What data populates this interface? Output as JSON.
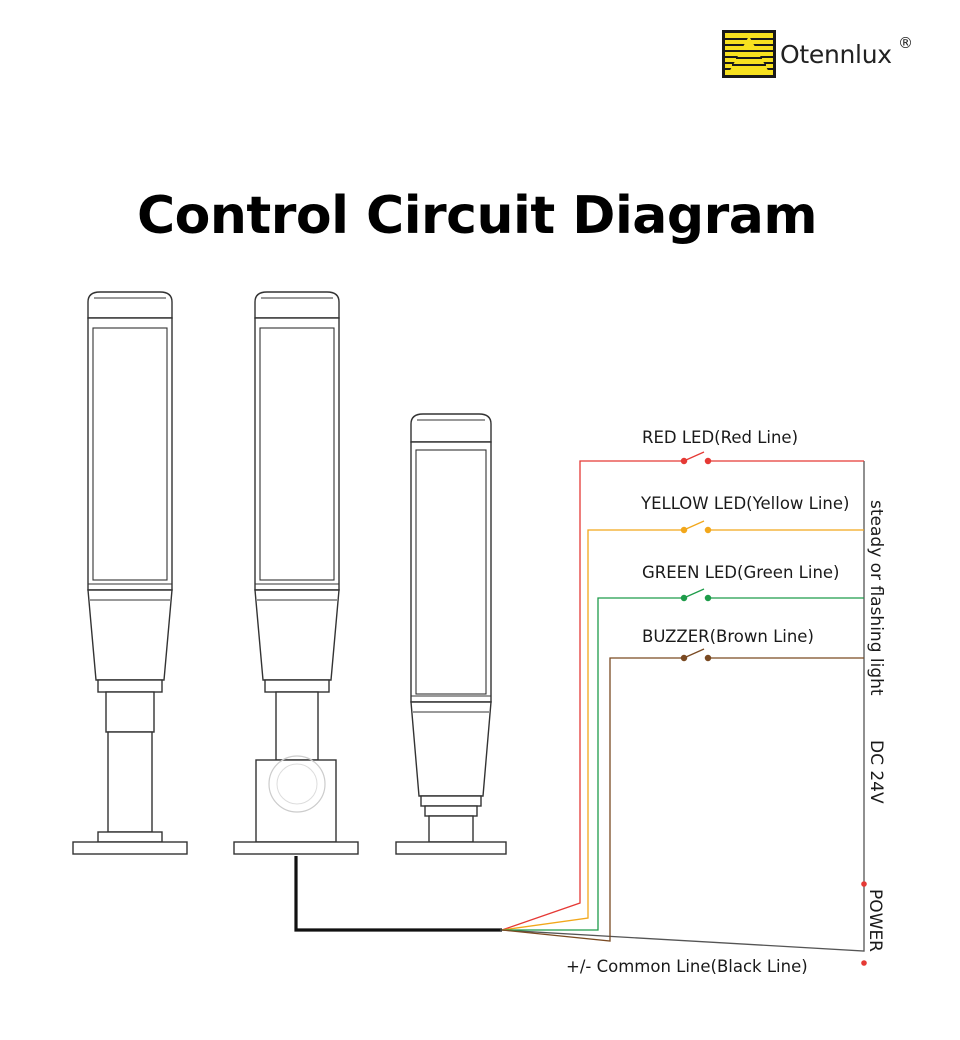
{
  "brand": {
    "name": "Otennlux",
    "registered_mark": "®"
  },
  "title": "Control Circuit Diagram",
  "circuit": {
    "lines": [
      {
        "label": "RED LED(Red Line)",
        "color": "#e53935"
      },
      {
        "label": "YELLOW LED(Yellow Line)",
        "color": "#f2a71b"
      },
      {
        "label": "GREEN LED(Green Line)",
        "color": "#1e9c4a"
      },
      {
        "label": "BUZZER(Brown Line)",
        "color": "#7a4a22"
      }
    ],
    "common_line_label": "+/- Common Line(Black Line)",
    "side_label": "steady or flashing light",
    "voltage_label": "DC 24V",
    "power_label": "POWER",
    "common_color": "#111111"
  },
  "towers": [
    {
      "name": "pole-mount-tower"
    },
    {
      "name": "bracket-mount-tower"
    },
    {
      "name": "short-tower"
    }
  ]
}
